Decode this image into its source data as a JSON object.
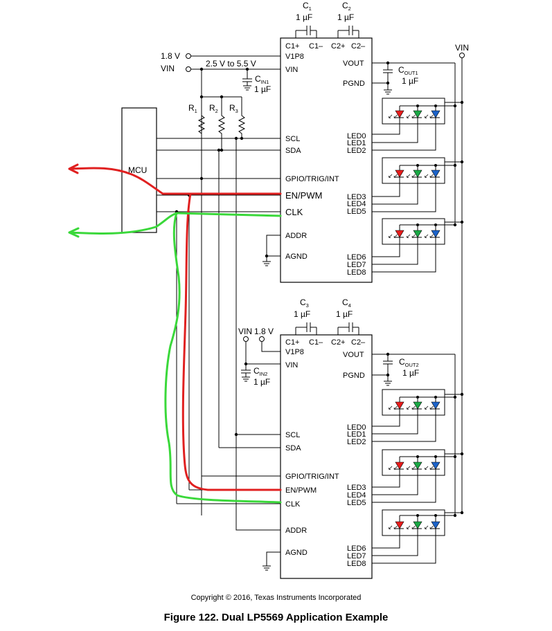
{
  "supplies": {
    "v1p8": "1.8 V",
    "vin": "VIN",
    "vin_range": "2.5 V to 5.5 V",
    "vin_right": "VIN"
  },
  "mcu": {
    "label": "MCU"
  },
  "resistors": [
    {
      "name": "R",
      "sub": "1"
    },
    {
      "name": "R",
      "sub": "2"
    },
    {
      "name": "R",
      "sub": "3"
    }
  ],
  "chips": [
    {
      "caps_top": [
        {
          "name": "C",
          "sub": "1",
          "value": "1 µF"
        },
        {
          "name": "C",
          "sub": "2",
          "value": "1 µF"
        }
      ],
      "cin": {
        "name": "C",
        "sub": "IN1",
        "value": "1 µF"
      },
      "cout": {
        "name": "C",
        "sub": "OUT1",
        "value": "1 µF"
      },
      "pins_left": [
        "C1+",
        "C1–",
        "C2+",
        "C2–",
        "V1P8",
        "VIN",
        "SCL",
        "SDA",
        "GPIO/TRIG/INT",
        "EN/PWM",
        "CLK",
        "ADDR",
        "AGND"
      ],
      "pins_right": [
        "VOUT",
        "PGND",
        "LED0",
        "LED1",
        "LED2",
        "LED3",
        "LED4",
        "LED5",
        "LED6",
        "LED7",
        "LED8"
      ]
    },
    {
      "caps_top": [
        {
          "name": "C",
          "sub": "3",
          "value": "1 µF"
        },
        {
          "name": "C",
          "sub": "4",
          "value": "1 µF"
        }
      ],
      "supply_labels": [
        "VIN",
        "1.8 V"
      ],
      "cin": {
        "name": "C",
        "sub": "IN2",
        "value": "1 µF"
      },
      "cout": {
        "name": "C",
        "sub": "OUT2",
        "value": "1 µF"
      },
      "pins_left": [
        "C1+",
        "C1–",
        "C2+",
        "C2–",
        "V1P8",
        "VIN",
        "SCL",
        "SDA",
        "GPIO/TRIG/INT",
        "EN/PWM",
        "CLK",
        "ADDR",
        "AGND"
      ],
      "pins_right": [
        "VOUT",
        "PGND",
        "LED0",
        "LED1",
        "LED2",
        "LED3",
        "LED4",
        "LED5",
        "LED6",
        "LED7",
        "LED8"
      ]
    }
  ],
  "led_colors": [
    "#e81c1c",
    "#1aa845",
    "#1c63c9"
  ],
  "annotation_colors": {
    "red": "#e02020",
    "green": "#3ad83a"
  },
  "copyright": "Copyright © 2016, Texas Instruments Incorporated",
  "caption": "Figure 122.  Dual LP5569 Application Example"
}
